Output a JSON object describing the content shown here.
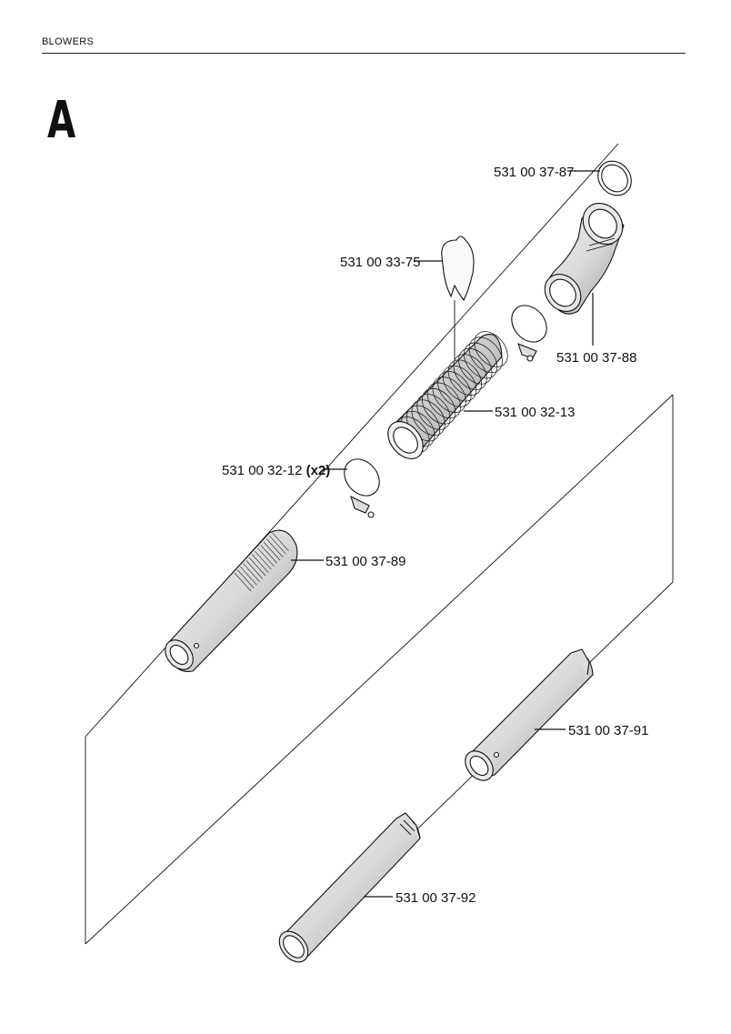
{
  "header": {
    "title": "BLOWERS"
  },
  "section": {
    "letter": "A"
  },
  "parts": [
    {
      "id": "p1",
      "number": "531 00 37-87",
      "qty": ""
    },
    {
      "id": "p2",
      "number": "531 00 33-75",
      "qty": ""
    },
    {
      "id": "p3",
      "number": "531 00 37-88",
      "qty": ""
    },
    {
      "id": "p4",
      "number": "531 00 32-13",
      "qty": ""
    },
    {
      "id": "p5",
      "number": "531 00 32-12",
      "qty": "(x2)"
    },
    {
      "id": "p6",
      "number": "531 00 37-89",
      "qty": ""
    },
    {
      "id": "p7",
      "number": "531 00 37-91",
      "qty": ""
    },
    {
      "id": "p8",
      "number": "531 00 37-92",
      "qty": ""
    }
  ]
}
